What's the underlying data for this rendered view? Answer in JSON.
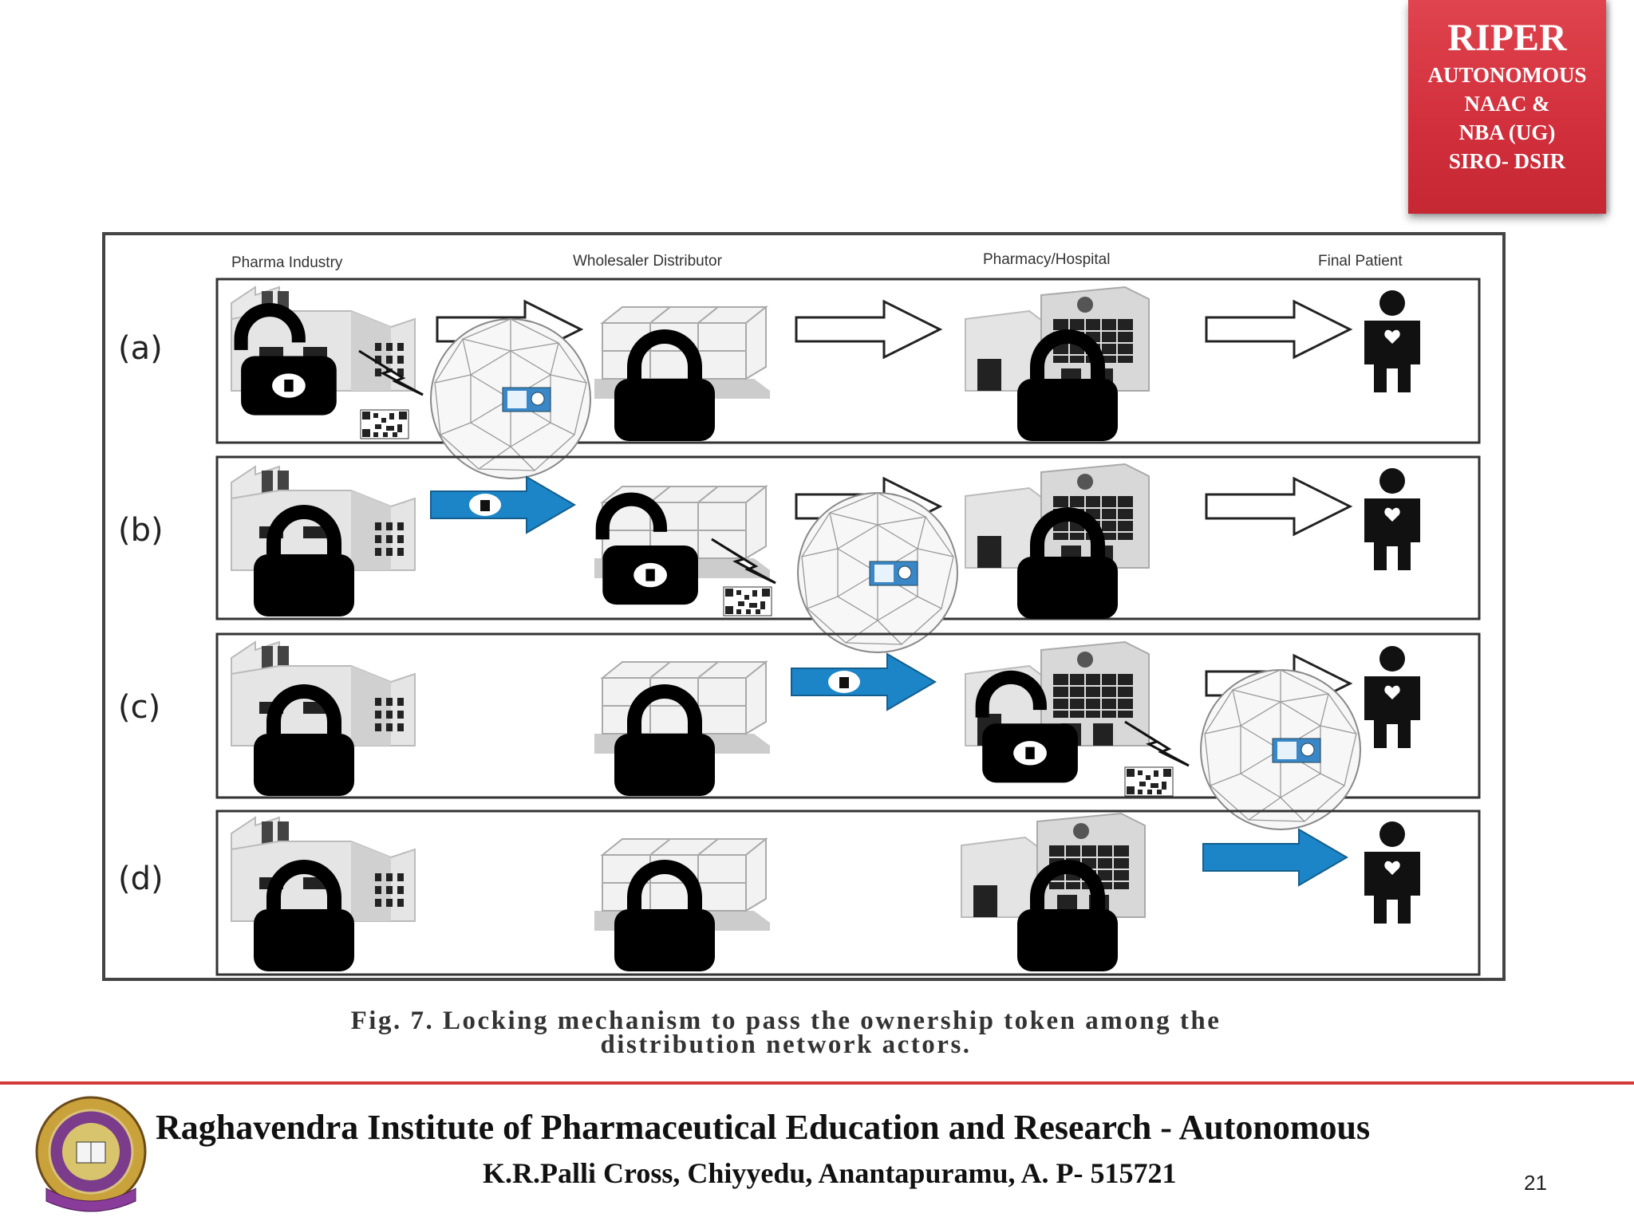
{
  "badge": {
    "title": "RIPER",
    "lines": [
      "AUTONOMOUS",
      "NAAC &",
      "NBA (UG)",
      "SIRO- DSIR"
    ]
  },
  "figure": {
    "columns": [
      "Pharma Industry",
      "Wholesaler Distributor",
      "Pharmacy/Hospital",
      "Final Patient"
    ],
    "rows": [
      "(a)",
      "(b)",
      "(c)",
      "(d)"
    ],
    "caption_line1": "Fig. 7. Locking mechanism to pass the ownership token among the",
    "caption_line2": "distribution network actors."
  },
  "footer": {
    "institute": "Raghavendra Institute of Pharmaceutical Education and Research - Autonomous",
    "address": "K.R.Palli Cross, Chiyyedu, Anantapuramu, A. P- 515721",
    "page_number": "21"
  },
  "colors": {
    "badge": "#d12f3b",
    "token_arrow": "#1b85c8",
    "rule": "#d43a3a"
  }
}
